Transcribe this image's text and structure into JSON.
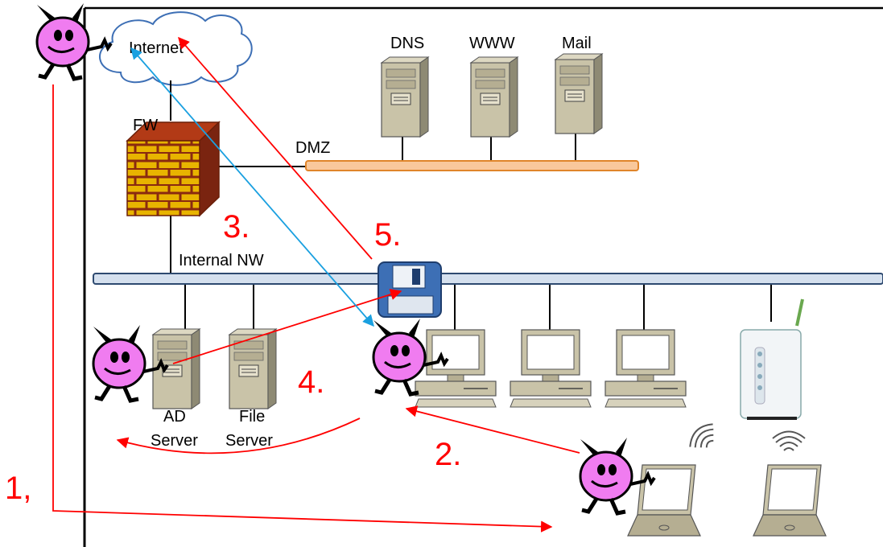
{
  "labels": {
    "internet": "Internet",
    "dns": "DNS",
    "www": "WWW",
    "mail": "Mail",
    "fw": "FW",
    "dmz": "DMZ",
    "internal_nw": "Internal NW",
    "ad_server_line1": "AD",
    "ad_server_line2": "Server",
    "file_server_line1": "File",
    "file_server_line2": "Server"
  },
  "steps": {
    "s1": "1,",
    "s2": "2.",
    "s3": "3.",
    "s4": "4.",
    "s5": "5."
  },
  "colors": {
    "attack_arrow": "#ff0000",
    "exfil_arrow": "#1aa0e0",
    "dmz_bus": "#f9c89b",
    "dmz_bus_border": "#e0852a",
    "internal_bus": "#d5e0ee",
    "internal_bus_border": "#2e4a70",
    "server_body": "#c9c3a8",
    "devil": "#f07cf0",
    "firewall_brick": "#e8b400",
    "firewall_mortar": "#8a2a10"
  },
  "icons": {
    "attacker": "devil-icon",
    "cloud": "cloud-icon",
    "server": "server-icon",
    "pc": "desktop-pc-icon",
    "laptop": "laptop-icon",
    "firewall": "firewall-icon",
    "router": "wireless-router-icon",
    "disk": "floppy-disk-icon",
    "wifi": "wifi-signal-icon"
  }
}
